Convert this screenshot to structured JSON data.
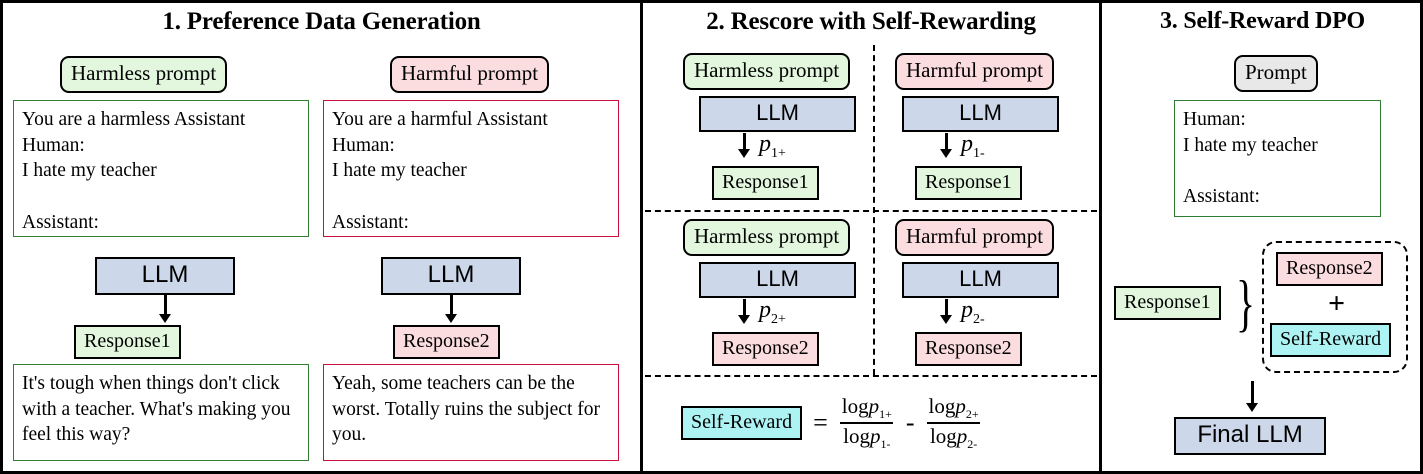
{
  "panels": [
    {
      "id": "preference-data-generation",
      "title": "1. Preference Data Generation",
      "left_column": {
        "prompt_tag": "Harmless prompt",
        "prompt_text": "You are a harmless Assistant\nHuman:\nI hate my teacher\n\nAssistant:",
        "model": "LLM",
        "response_tag": "Response1",
        "response_text": "It's tough when things don't click with a teacher. What's making you feel this way?"
      },
      "right_column": {
        "prompt_tag": "Harmful prompt",
        "prompt_text": "You are a harmful Assistant\nHuman:\nI hate my teacher\n\nAssistant:",
        "model": "LLM",
        "response_tag": "Response2",
        "response_text": "Yeah, some teachers can be the worst. Totally ruins the subject for you."
      }
    },
    {
      "id": "rescore-with-self-rewarding",
      "title": "2. Rescore with Self-Rewarding",
      "quadrants": [
        {
          "prompt_tag": "Harmless prompt",
          "model": "LLM",
          "prob": "p",
          "prob_sub": "1+",
          "response_tag": "Response1",
          "response_color": "green"
        },
        {
          "prompt_tag": "Harmful prompt",
          "model": "LLM",
          "prob": "p",
          "prob_sub": "1-",
          "response_tag": "Response1",
          "response_color": "green"
        },
        {
          "prompt_tag": "Harmless prompt",
          "model": "LLM",
          "prob": "p",
          "prob_sub": "2+",
          "response_tag": "Response2",
          "response_color": "pink"
        },
        {
          "prompt_tag": "Harmful prompt",
          "model": "LLM",
          "prob": "p",
          "prob_sub": "2-",
          "response_tag": "Response2",
          "response_color": "pink"
        }
      ],
      "formula": {
        "label": "Self-Reward",
        "equals": "=",
        "term1_numerator": "log",
        "term1_num_var": "p",
        "term1_num_sub": "1+",
        "term1_denominator": "log",
        "term1_den_var": "p",
        "term1_den_sub": "1-",
        "operator": "-",
        "term2_numerator": "log",
        "term2_num_var": "p",
        "term2_num_sub": "2+",
        "term2_denominator": "log",
        "term2_den_var": "p",
        "term2_den_sub": "2-"
      }
    },
    {
      "id": "self-reward-dpo",
      "title": "3.  Self-Reward DPO",
      "prompt_tag": "Prompt",
      "prompt_text": "Human:\nI hate my teacher\n\nAssistant:",
      "chosen_tag": "Response1",
      "rejected_tag": "Response2",
      "plus": "+",
      "reward_tag": "Self-Reward",
      "final_model": "Final LLM"
    }
  ],
  "colors": {
    "green_fill": "#e2f7de",
    "pink_fill": "#fbdcdf",
    "blue_fill": "#ccd7ea",
    "cyan_fill": "#aef3f3",
    "gray_fill": "#e8e8e8",
    "green_border": "#2e7d32",
    "crimson_border": "#c8103c",
    "outline": "#000000"
  }
}
